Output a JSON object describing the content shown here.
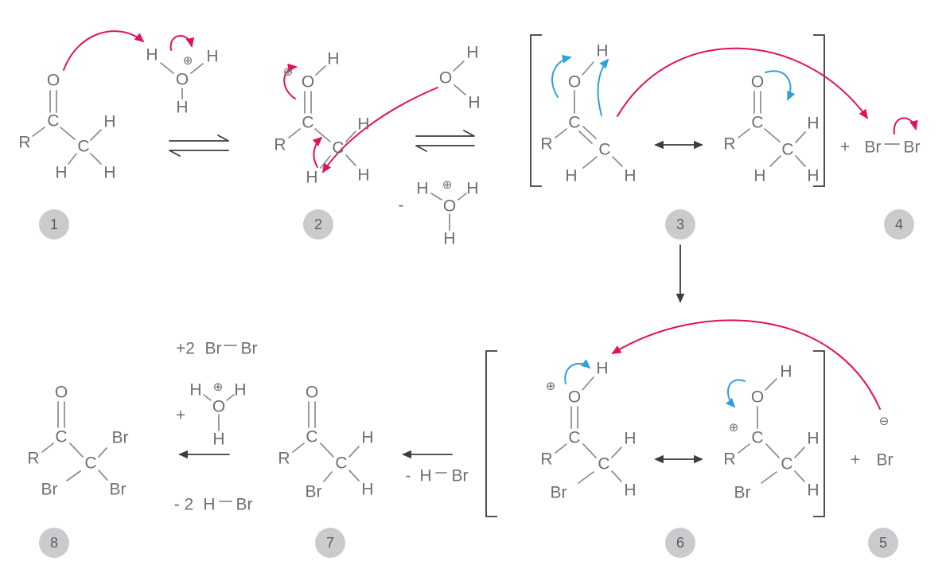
{
  "colors": {
    "background": "#ffffff",
    "atom": "#6e6f70",
    "bond": "#8a8b8c",
    "arrow_black": "#3b3d3e",
    "arrow_pink": "#e0115f",
    "arrow_blue": "#2e9fe0",
    "step_circle": "#c9cbcd",
    "step_number": "#5a5e61"
  },
  "symbols": {
    "H": "H",
    "O": "O",
    "C": "C",
    "R": "R",
    "Br": "Br",
    "plus": "+",
    "minus": "-",
    "plus_two": "+2",
    "minus_two": "- 2",
    "charge_plus": "⊕",
    "charge_minus": "⊖"
  },
  "steps": {
    "n1": "1",
    "n2": "2",
    "n3": "3",
    "n4": "4",
    "n5": "5",
    "n6": "6",
    "n7": "7",
    "n8": "8"
  }
}
